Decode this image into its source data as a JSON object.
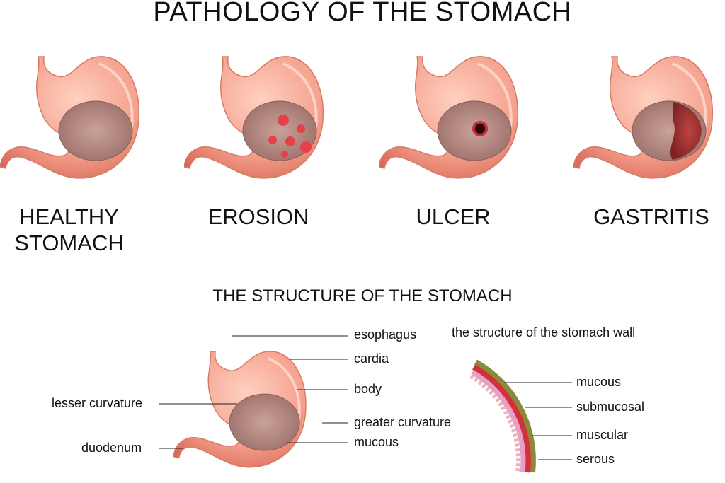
{
  "title": "PATHOLOGY OF THE STOMACH",
  "conditions": [
    {
      "line1": "HEALTHY",
      "line2": "STOMACH"
    },
    {
      "line1": "EROSION",
      "line2": ""
    },
    {
      "line1": "ULCER",
      "line2": ""
    },
    {
      "line1": "GASTRITIS",
      "line2": ""
    }
  ],
  "structure": {
    "title": "THE STRUCTURE OF THE STOMACH",
    "labels": {
      "esophagus": "esophagus",
      "cardia": "cardia",
      "body": "body",
      "lesser_curvature": "lesser curvature",
      "greater_curvature": "greater curvature",
      "mucous": "mucous",
      "duodenum": "duodenum"
    }
  },
  "wall": {
    "title": "the structure of the stomach wall",
    "layers": [
      "mucous",
      "submucosal",
      "muscular",
      "serous"
    ]
  },
  "colors": {
    "stomach": "#f4a08c",
    "stomach_dark": "#e07a68",
    "mucosa": "#b5857e",
    "erosion": "#e8404a",
    "ulcer": "#2a0505",
    "gastritis": "#a83232",
    "serous": "#8a8a3a",
    "muscular": "#d4303a",
    "submucosal": "#e6a0c8",
    "mucous_layer": "#f0b0b8"
  }
}
